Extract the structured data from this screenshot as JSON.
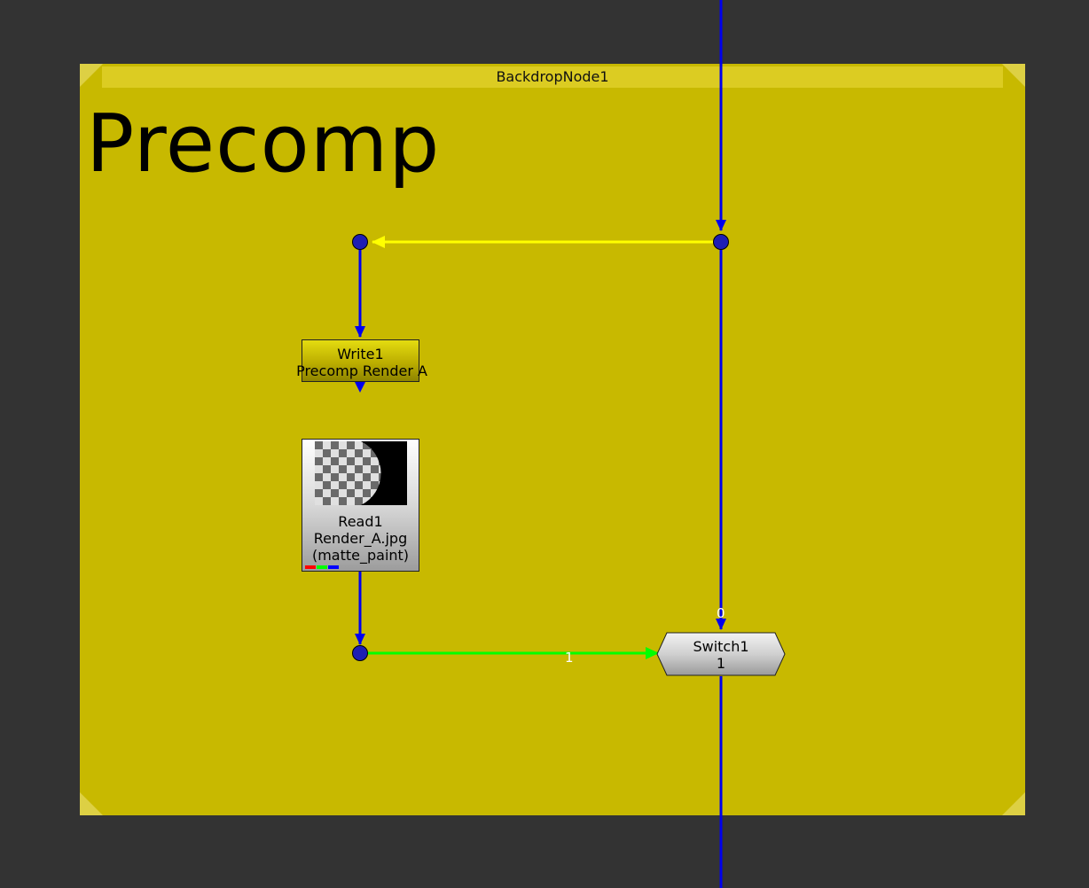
{
  "backdrop": {
    "title": "BackdropNode1",
    "label": "Precomp",
    "color": "#c8b900"
  },
  "nodes": {
    "write": {
      "name": "Write1",
      "label": "Precomp Render  A"
    },
    "read": {
      "name": "Read1",
      "file": "Render_A.jpg",
      "layer": "(matte_paint)",
      "channels": [
        "#ff0000",
        "#00ff00",
        "#0000ff"
      ]
    },
    "switch": {
      "name": "Switch1",
      "value": "1"
    }
  },
  "edges": {
    "input_0_label": "0",
    "input_1_label": "1",
    "colors": {
      "pipe": "#0000ee",
      "expression": "#ffff00",
      "selected_input": "#00ff00",
      "dot": "#1e1eb4"
    }
  }
}
